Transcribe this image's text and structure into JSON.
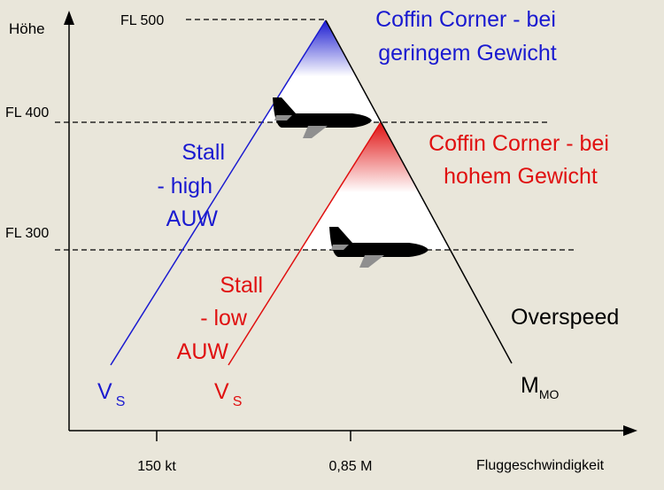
{
  "axes": {
    "y_label": "Höhe",
    "x_label": "Fluggeschwindigkeit",
    "x_ticks": [
      "150 kt",
      "0,85 M"
    ]
  },
  "levels": [
    "FL 500",
    "FL 400",
    "FL 300"
  ],
  "annotations": {
    "coffin_low_weight": [
      "Coffin Corner - bei",
      "geringem Gewicht"
    ],
    "coffin_high_weight": [
      "Coffin Corner - bei",
      "hohem Gewicht"
    ],
    "stall_high": [
      "Stall",
      "- high",
      "AUW"
    ],
    "stall_low": [
      "Stall",
      "- low",
      "AUW"
    ],
    "overspeed": "Overspeed",
    "vs_main": "V",
    "vs_sub": "S",
    "mmo_main": "M",
    "mmo_sub": "MO"
  },
  "colors": {
    "blue": "#1a1ad0",
    "red": "#e01010",
    "background": "#e9e6da"
  }
}
